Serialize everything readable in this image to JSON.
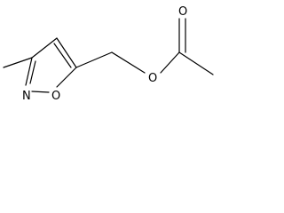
{
  "molecule": {
    "atoms": {
      "ring_n": "N",
      "ring_o": "O",
      "ester_o": "O",
      "carbonyl_o": "O"
    },
    "colors": {
      "bond": "#000000",
      "text": "#000000",
      "background": "#ffffff"
    }
  }
}
